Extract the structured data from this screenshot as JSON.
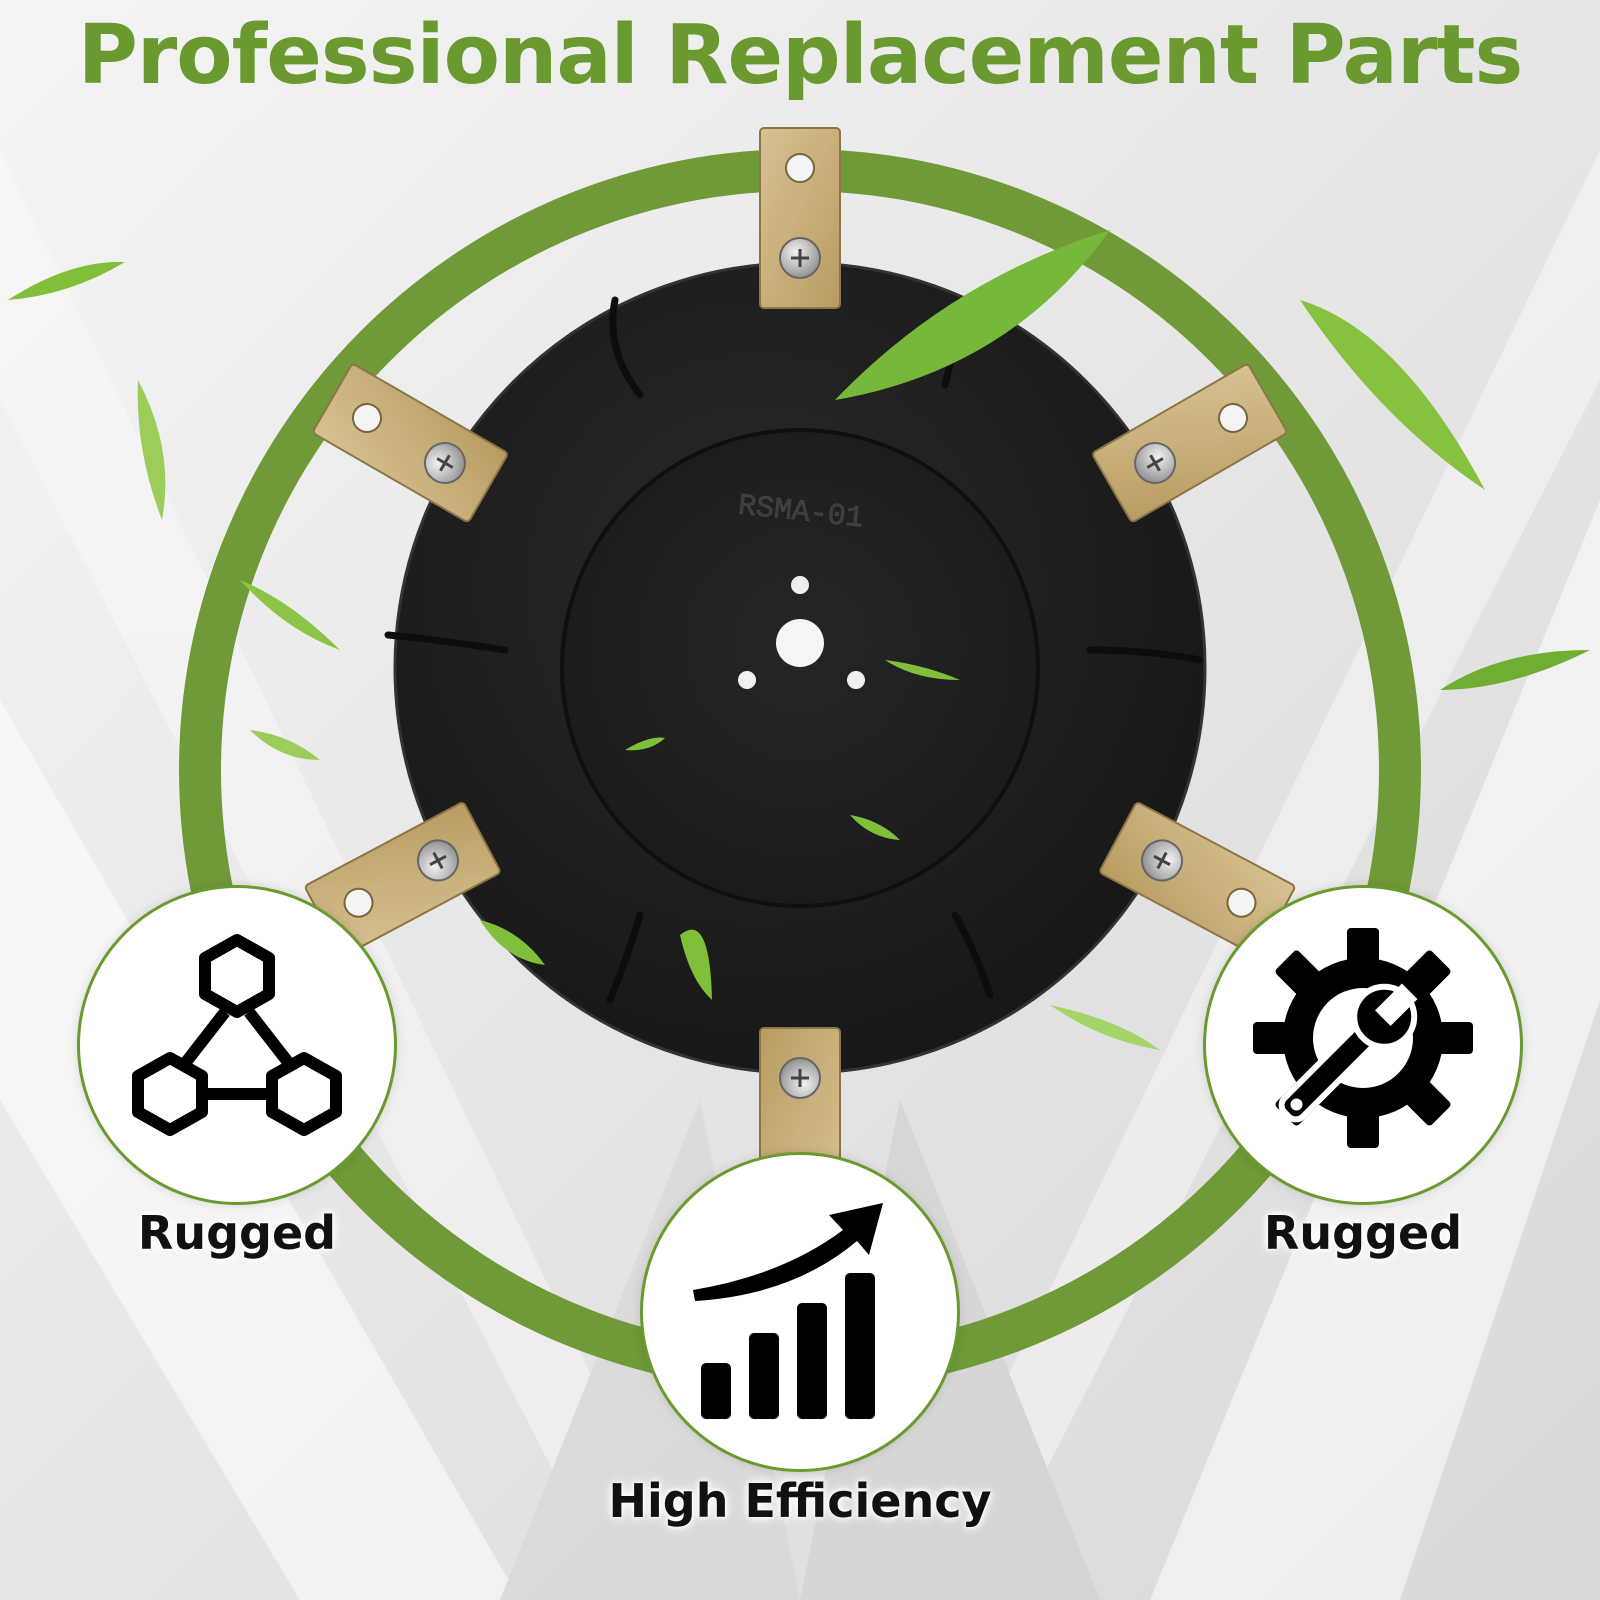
{
  "headline": "Professional Replacement Parts",
  "blade_marking": "RSMA-01",
  "features": [
    {
      "label": "Rugged",
      "icon": "hexagon-network-icon"
    },
    {
      "label": "High Efficiency",
      "icon": "growth-bars-arrow-icon"
    },
    {
      "label": "Rugged",
      "icon": "gear-wrench-icon"
    }
  ],
  "colors": {
    "brand_green": "#6a9a2f",
    "ring_green": "#6f9a37",
    "blade_disc": "#1e1e1e",
    "blade_insert": "#c9b07a",
    "background": "#ececec"
  },
  "blade_count": 6
}
